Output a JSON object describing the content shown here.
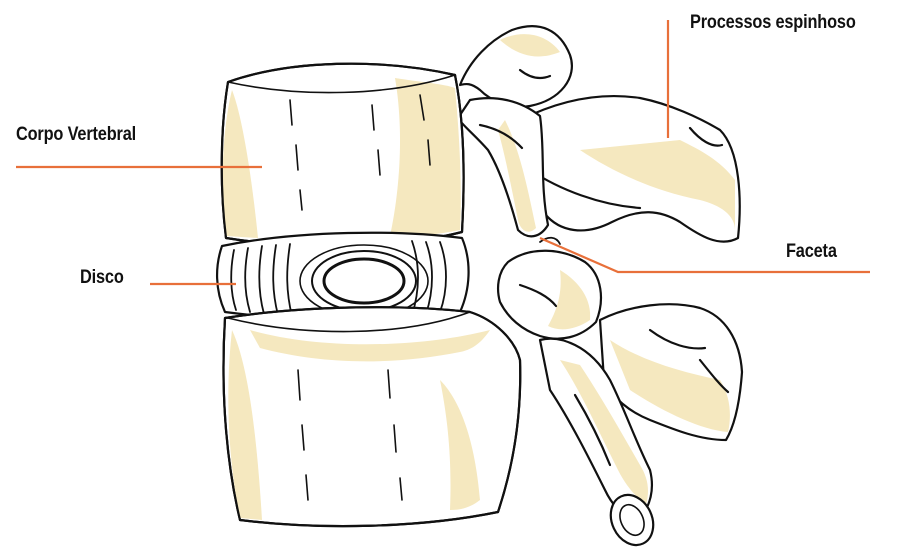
{
  "labels": {
    "processo": "Processos espinhoso",
    "corpo": "Corpo Vertebral",
    "disco": "Disco",
    "faceta": "Faceta"
  },
  "colors": {
    "leader": "#e8703a",
    "outline": "#111111",
    "bone_shade": "#f5e8bf",
    "bone_fill": "#ffffff"
  }
}
